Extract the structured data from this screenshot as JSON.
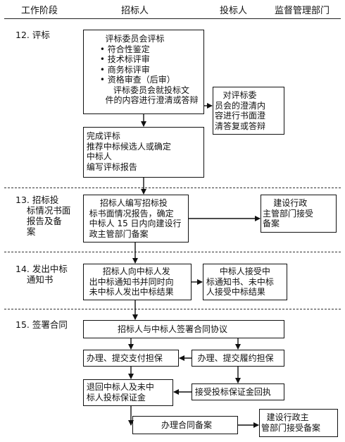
{
  "header": {
    "col_stage": "工作阶段",
    "col_tenderer": "招标人",
    "col_bidder": "投标人",
    "col_supervisor": "监督管理部门"
  },
  "stages": {
    "s12": "12. 评标",
    "s13": "13. 招标投\n    标情况书面\n    报告及备\n    案",
    "s14": "14. 发出中标\n    通知书",
    "s15": "15. 签署合同"
  },
  "boxes": {
    "committee_eval": "        评标委员会评标\n      • 符合性鉴定\n      • 技术标评审\n      • 商务标评审\n      • 资格审查（后审）\n           评标委员会就投标文\n        件的内容进行澄清或答辩",
    "bidder_clarify": "   对评标委\n员会的澄清内\n容进行书面澄\n清答复或答辩",
    "complete_eval": " 完成评标\n 推荐中标候选人或确定\n 中标人\n 编写评标报告",
    "written_report": "      招标人编写招标投\n  标书面情况报告，确定\n  中标人 15 日内向建设行\n  政主管部门备案",
    "gov_record": "    建设行政\n主管部门接受\n备案",
    "issue_notice": "       招标人向中标人发\n  出中标通知书并同时向\n  未中标人发出中标结果",
    "receive_notice": "      中标人接受中\n 标通知书、未中标\n 人接受中标结果",
    "sign_contract": "招标人与中标人签署合同协议",
    "payment_guarantee": " 办理、提交支付担保",
    "performance_guarantee": "  办理、提交履约担保",
    "refund_deposit": " 退回中标人及未中\n 标人投标保证金",
    "receive_receipt": " 接受投标保证金回执",
    "contract_filing": "办理合同备案",
    "gov_accept_filing": "  建设行政主\n管部门接受备案"
  }
}
